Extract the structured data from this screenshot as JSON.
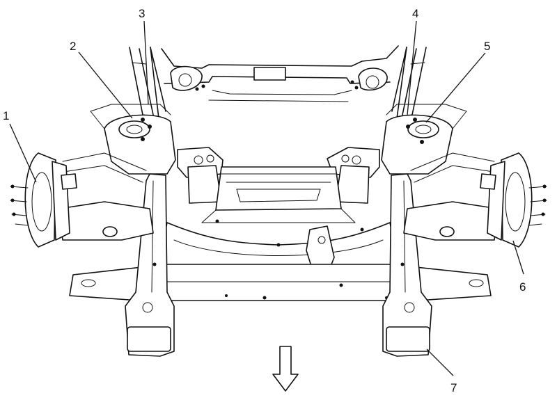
{
  "diagram": {
    "callouts": [
      {
        "id": "1",
        "label": "1"
      },
      {
        "id": "2",
        "label": "2"
      },
      {
        "id": "3",
        "label": "3"
      },
      {
        "id": "4",
        "label": "4"
      },
      {
        "id": "5",
        "label": "5"
      },
      {
        "id": "6",
        "label": "6"
      },
      {
        "id": "7",
        "label": "7"
      }
    ],
    "direction_indicator": "arrow-down-icon"
  }
}
